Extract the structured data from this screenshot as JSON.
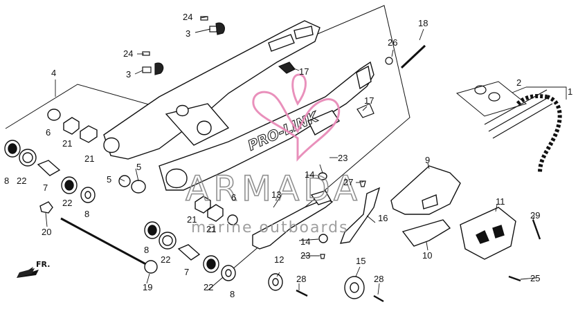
{
  "brand_text": "PRO-LINK",
  "watermark": {
    "name": "ARMADA",
    "subtitle": "marine outboards",
    "color": "#e88bb8"
  },
  "direction_label": "FR.",
  "callouts": [
    {
      "id": "c1",
      "text": "1"
    },
    {
      "id": "c2",
      "text": "2"
    },
    {
      "id": "c3a",
      "text": "3"
    },
    {
      "id": "c3b",
      "text": "3"
    },
    {
      "id": "c4",
      "text": "4"
    },
    {
      "id": "c5a",
      "text": "5"
    },
    {
      "id": "c5b",
      "text": "5"
    },
    {
      "id": "c6a",
      "text": "6"
    },
    {
      "id": "c6b",
      "text": "6"
    },
    {
      "id": "c7a",
      "text": "7"
    },
    {
      "id": "c7b",
      "text": "7"
    },
    {
      "id": "c8a",
      "text": "8"
    },
    {
      "id": "c8b",
      "text": "8"
    },
    {
      "id": "c8c",
      "text": "8"
    },
    {
      "id": "c8d",
      "text": "8"
    },
    {
      "id": "c9",
      "text": "9"
    },
    {
      "id": "c10",
      "text": "10"
    },
    {
      "id": "c11",
      "text": "11"
    },
    {
      "id": "c12",
      "text": "12"
    },
    {
      "id": "c13",
      "text": "13"
    },
    {
      "id": "c14a",
      "text": "14"
    },
    {
      "id": "c14b",
      "text": "14"
    },
    {
      "id": "c15",
      "text": "15"
    },
    {
      "id": "c16",
      "text": "16"
    },
    {
      "id": "c17a",
      "text": "17"
    },
    {
      "id": "c17b",
      "text": "17"
    },
    {
      "id": "c18",
      "text": "18"
    },
    {
      "id": "c19",
      "text": "19"
    },
    {
      "id": "c20",
      "text": "20"
    },
    {
      "id": "c21a",
      "text": "21"
    },
    {
      "id": "c21b",
      "text": "21"
    },
    {
      "id": "c21c",
      "text": "21"
    },
    {
      "id": "c21d",
      "text": "21"
    },
    {
      "id": "c22a",
      "text": "22"
    },
    {
      "id": "c22b",
      "text": "22"
    },
    {
      "id": "c22c",
      "text": "22"
    },
    {
      "id": "c22d",
      "text": "22"
    },
    {
      "id": "c23a",
      "text": "23"
    },
    {
      "id": "c23b",
      "text": "23"
    },
    {
      "id": "c24a",
      "text": "24"
    },
    {
      "id": "c24b",
      "text": "24"
    },
    {
      "id": "c25",
      "text": "25"
    },
    {
      "id": "c26",
      "text": "26"
    },
    {
      "id": "c27",
      "text": "27"
    },
    {
      "id": "c28a",
      "text": "28"
    },
    {
      "id": "c28b",
      "text": "28"
    },
    {
      "id": "c29",
      "text": "29"
    }
  ]
}
